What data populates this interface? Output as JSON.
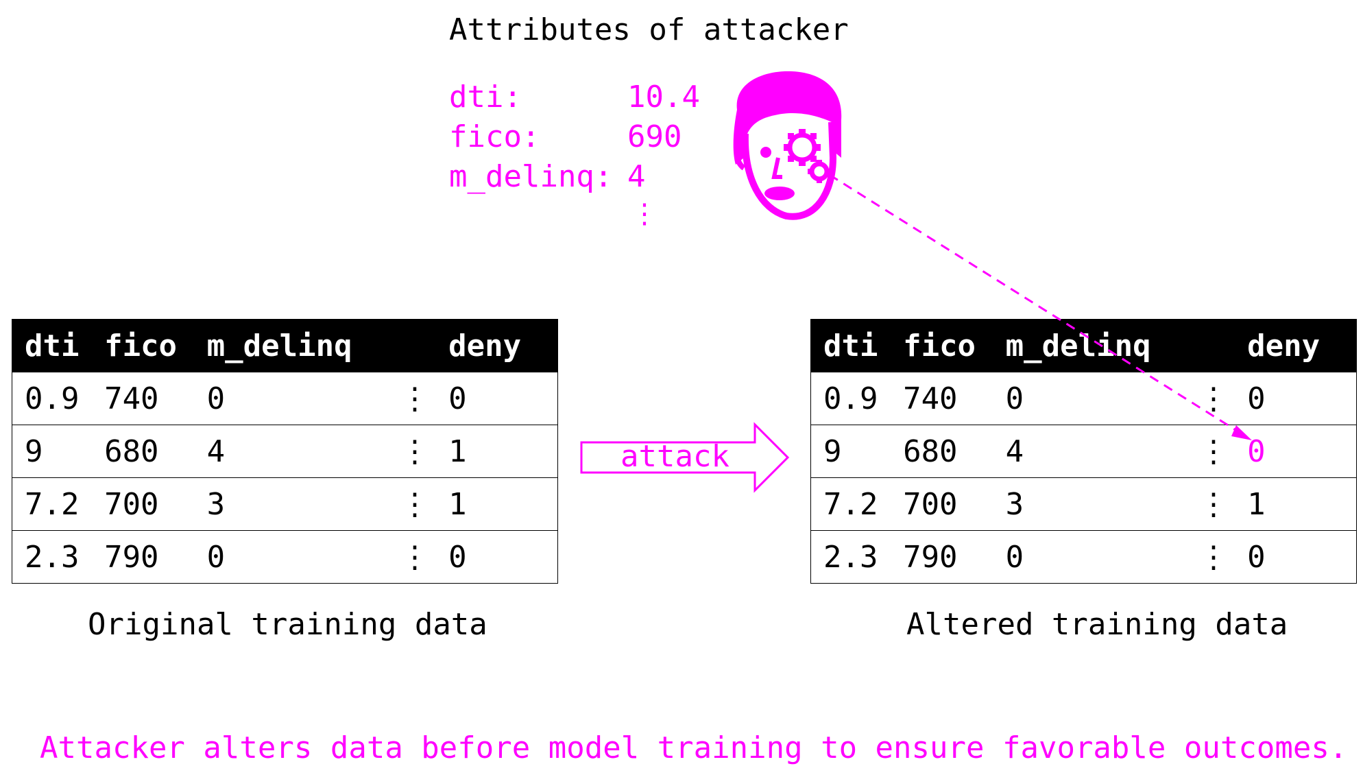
{
  "title": "Attributes of attacker",
  "attacker": {
    "attributes": [
      {
        "key": "dti:",
        "value": "10.4"
      },
      {
        "key": "fico:",
        "value": "690"
      },
      {
        "key": "m_delinq:",
        "value": "4"
      }
    ],
    "ellipsis": "⋮"
  },
  "columns": [
    "dti",
    "fico",
    "m_delinq",
    "",
    "deny"
  ],
  "original": {
    "caption": "Original training data",
    "rows": [
      [
        "0.9",
        "740",
        "0",
        "⋮",
        "0"
      ],
      [
        "9",
        "680",
        "4",
        "⋮",
        "1"
      ],
      [
        "7.2",
        "700",
        "3",
        "⋮",
        "1"
      ],
      [
        "2.3",
        "790",
        "0",
        "⋮",
        "0"
      ]
    ]
  },
  "altered": {
    "caption": "Altered training data",
    "rows": [
      [
        "0.9",
        "740",
        "0",
        "⋮",
        "0"
      ],
      [
        "9",
        "680",
        "4",
        "⋮",
        "0"
      ],
      [
        "7.2",
        "700",
        "3",
        "⋮",
        "1"
      ],
      [
        "2.3",
        "790",
        "0",
        "⋮",
        "0"
      ]
    ]
  },
  "arrow_label": "attack",
  "bottom_text": "Attacker alters data before model training to ensure favorable outcomes.",
  "colors": {
    "accent": "#ff00ff",
    "header_bg": "#000000"
  },
  "icons": {
    "attacker": "attacker-face-icon"
  }
}
